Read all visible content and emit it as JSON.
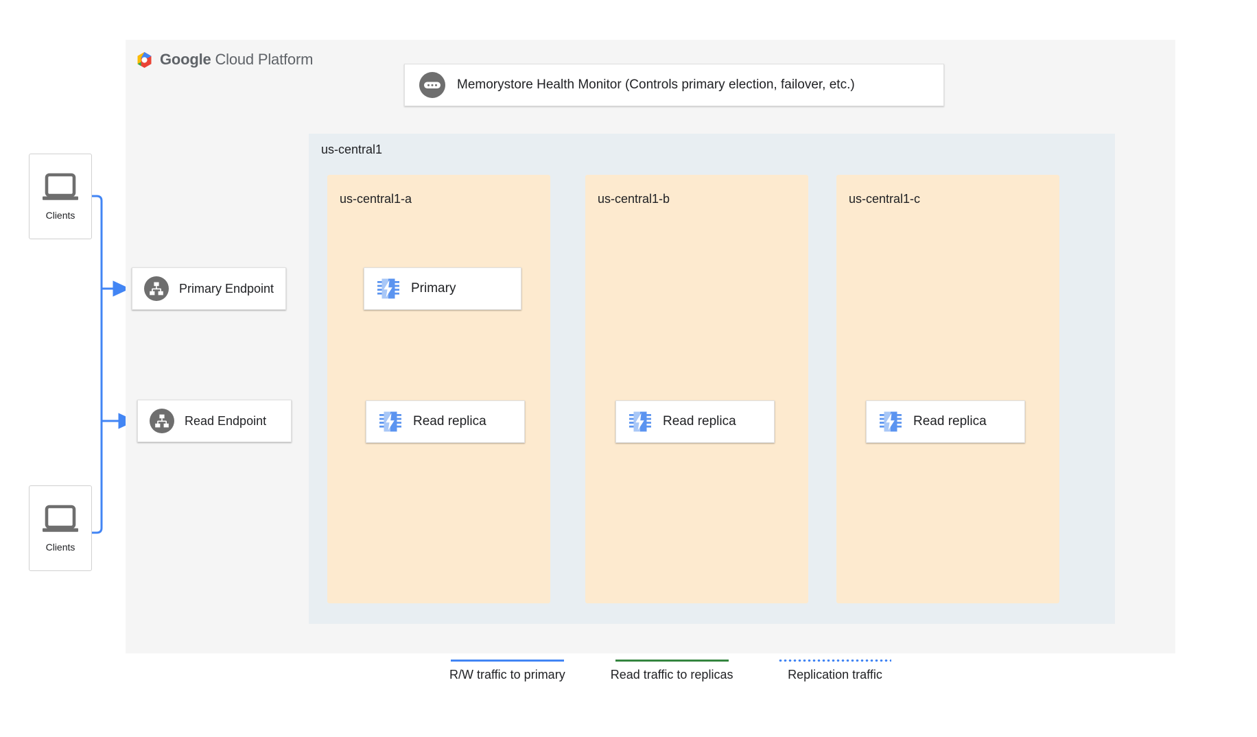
{
  "platform": {
    "brand_bold": "Google",
    "brand_rest": " Cloud Platform",
    "logo_icon": "google-cloud-hexagon-logo"
  },
  "health_monitor": {
    "icon": "health-monitor-dots-icon",
    "label": "Memorystore Health Monitor (Controls primary election, failover, etc.)"
  },
  "region": {
    "label": "us-central1",
    "zones": [
      {
        "label": "us-central1-a"
      },
      {
        "label": "us-central1-b"
      },
      {
        "label": "us-central1-c"
      }
    ]
  },
  "endpoints": [
    {
      "label": "Primary Endpoint",
      "icon": "endpoint-network-tree-icon"
    },
    {
      "label": "Read Endpoint",
      "icon": "endpoint-network-tree-icon"
    }
  ],
  "nodes": [
    {
      "label": "Primary",
      "icon": "memorystore-chip-icon",
      "zone": "us-central1-a"
    },
    {
      "label": "Read replica",
      "icon": "memorystore-chip-icon",
      "zone": "us-central1-a"
    },
    {
      "label": "Read replica",
      "icon": "memorystore-chip-icon",
      "zone": "us-central1-b"
    },
    {
      "label": "Read replica",
      "icon": "memorystore-chip-icon",
      "zone": "us-central1-c"
    }
  ],
  "clients": [
    {
      "label": "Clients",
      "icon": "laptop-icon"
    },
    {
      "label": "Clients",
      "icon": "laptop-icon"
    }
  ],
  "legend": [
    {
      "label": "R/W traffic to primary",
      "style": "solid",
      "color": "#4285f4"
    },
    {
      "label": "Read traffic to replicas",
      "style": "solid",
      "color": "#34853f"
    },
    {
      "label": "Replication traffic",
      "style": "dotted",
      "color": "#4285f4"
    }
  ],
  "colors": {
    "frame_bg": "#f5f5f5",
    "region_bg": "#e8eef2",
    "zone_bg": "#fdeacf",
    "blue": "#4285f4",
    "green": "#34853f",
    "gray_icon": "#6e6e6e",
    "text": "#202124"
  }
}
